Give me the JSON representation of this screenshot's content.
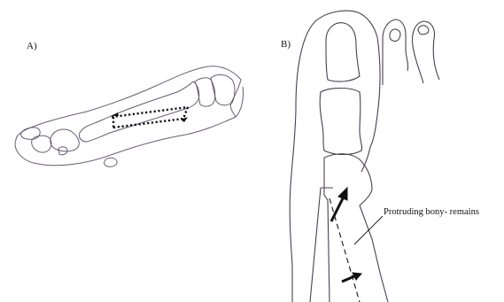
{
  "panels": {
    "a": {
      "label": "A)"
    },
    "b": {
      "label": "B)"
    }
  },
  "annotations": {
    "protruding_label": "Protruding bony- remains"
  },
  "colors": {
    "outline": "#6b5a73",
    "marks": "#111111",
    "background": "#ffffff"
  }
}
